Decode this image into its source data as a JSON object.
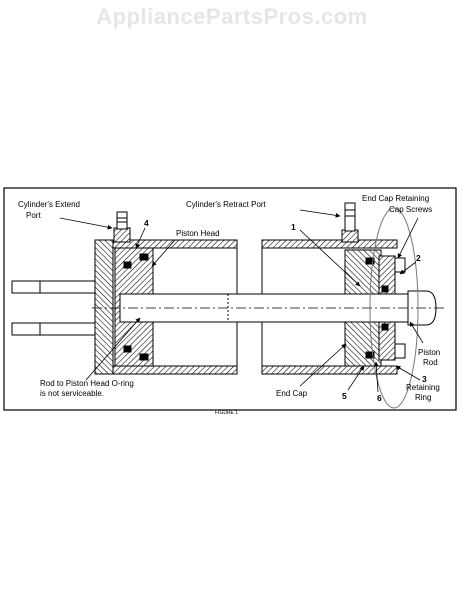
{
  "watermark": "AppliancePartsPros.com",
  "labels": {
    "extend_port_line1": "Cylinder's Extend",
    "extend_port_line2": "Port",
    "retract_port": "Cylinder's Retract Port",
    "end_cap_screws_line1": "End Cap Retaining",
    "end_cap_screws_line2": "Cap Screws",
    "piston_head": "Piston Head",
    "piston_rod_line1": "Piston",
    "piston_rod_line2": "Rod",
    "retaining_ring_line1": "Retaining",
    "retaining_ring_line2": "Ring",
    "end_cap": "End Cap",
    "oring_note_line1": "Rod to Piston Head O-ring",
    "oring_note_line2": "is not serviceable.",
    "figure_caption": "FIGURE 1"
  },
  "callouts": [
    "1",
    "2",
    "3",
    "4",
    "5",
    "6"
  ]
}
